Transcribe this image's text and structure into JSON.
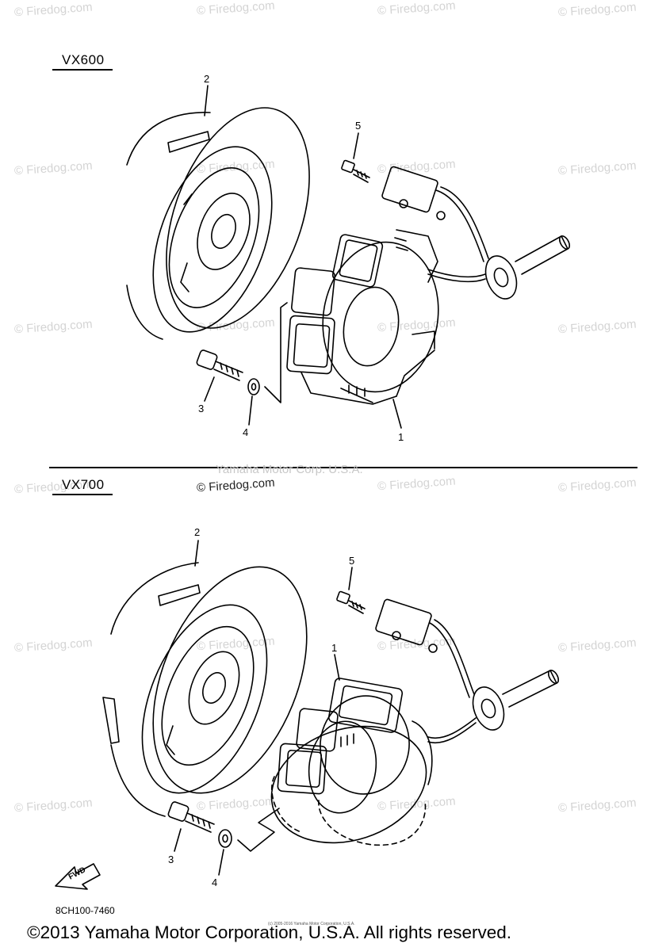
{
  "watermark": "© Firedog.com",
  "sections": {
    "top": {
      "model": "VX600",
      "callouts": [
        "2",
        "5",
        "3",
        "4",
        "1"
      ]
    },
    "bottom": {
      "model": "VX700",
      "callouts": [
        "2",
        "5",
        "1",
        "3",
        "4"
      ]
    }
  },
  "center_mark": "Yamaha Motor Corp. U.S.A.",
  "center_watermark": "© Firedog.com",
  "fwd_label": "FWD",
  "part_code": "8CH100-7460",
  "tiny_notice": "(c) 2005-2016 Yamaha Motor Corporation, U.S.A.",
  "copyright": "©2013 Yamaha Motor Corporation, U.S.A. All rights reserved."
}
